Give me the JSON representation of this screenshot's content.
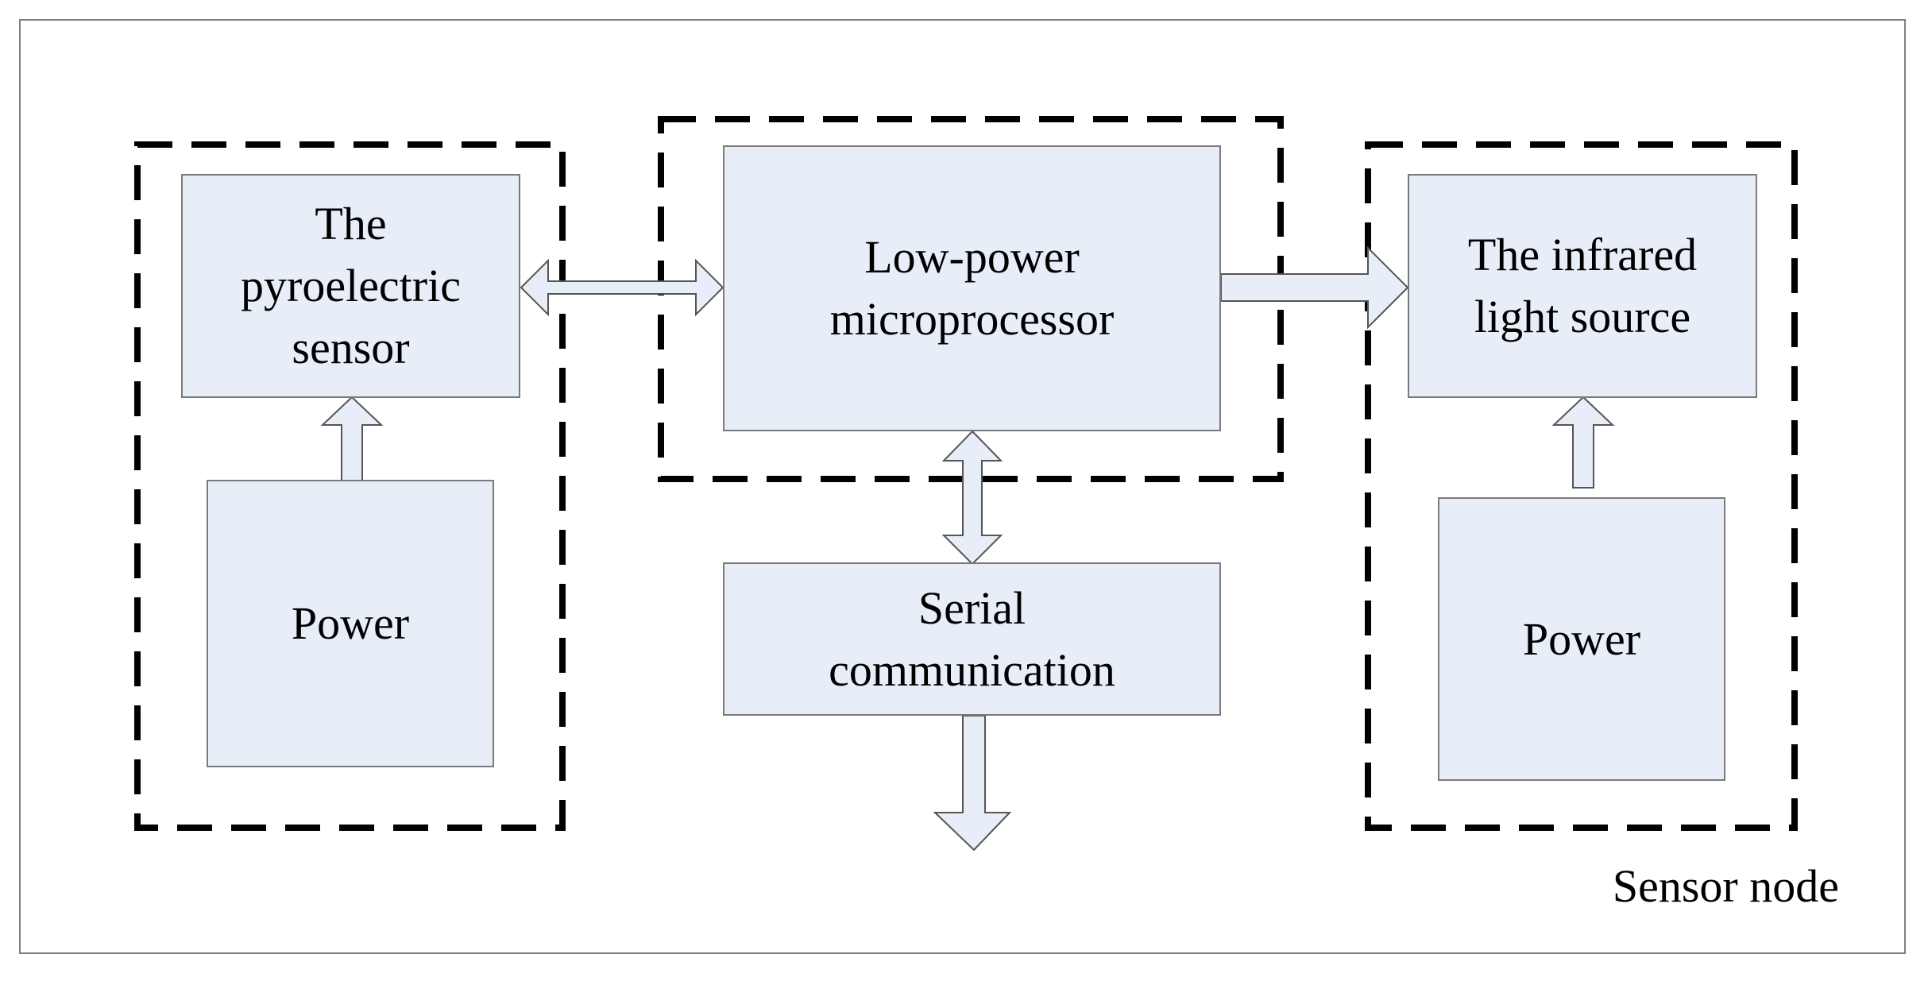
{
  "diagram": {
    "colors": {
      "box_fill": "#e8eef8",
      "box_border": "#7a7a7a",
      "dashed_group": "#000000",
      "frame": "#7f7f7f"
    },
    "pyro_sensor": {
      "line1": "The",
      "line2": "pyroelectric",
      "line3": "sensor"
    },
    "left_power": {
      "label": "Power"
    },
    "microprocessor": {
      "line1": "Low-power",
      "line2": "microprocessor"
    },
    "serial": {
      "line1": "Serial",
      "line2": "communication"
    },
    "ir_source": {
      "line1": "The infrared",
      "line2": "light source"
    },
    "right_power": {
      "label": "Power"
    },
    "caption": "Sensor node"
  }
}
